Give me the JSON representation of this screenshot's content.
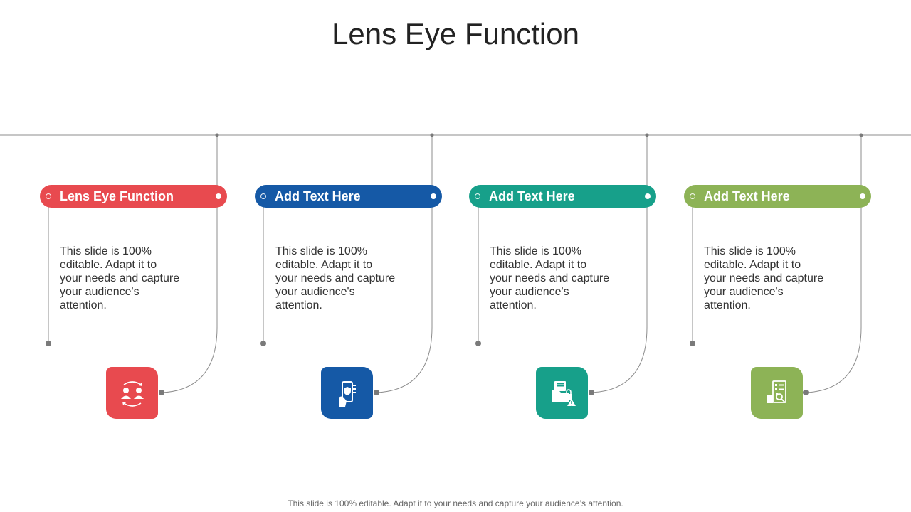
{
  "title": "Lens Eye Function",
  "items": [
    {
      "heading": "Lens Eye Function",
      "body": "This slide is 100% editable. Adapt it to your needs and capture your audience's attention.",
      "color": "#E84A4F",
      "icon": "user-exchange-icon"
    },
    {
      "heading": "Add Text Here",
      "body": "This slide is 100% editable. Adapt it to your needs and capture your audience's attention.",
      "color": "#1559A6",
      "icon": "mobile-security-icon"
    },
    {
      "heading": "Add Text Here",
      "body": "This slide is 100% editable. Adapt it to your needs and capture your audience's attention.",
      "color": "#17A08A",
      "icon": "folder-lock-warning-icon"
    },
    {
      "heading": "Add Text Here",
      "body": "This slide is 100% editable. Adapt it to your needs and capture your audience's attention.",
      "color": "#8DB356",
      "icon": "document-analysis-icon"
    }
  ],
  "footer": "This slide is 100% editable. Adapt it to your needs and capture your audience’s attention."
}
